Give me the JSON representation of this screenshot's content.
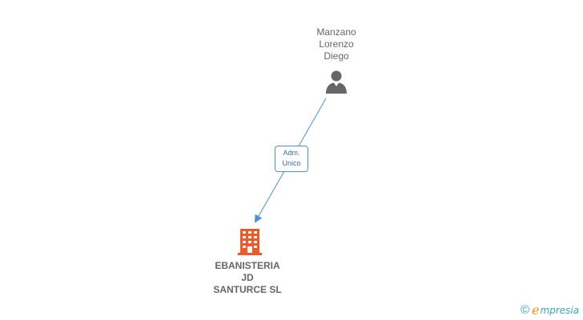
{
  "person": {
    "name_lines": [
      "Manzano",
      "Lorenzo",
      "Diego"
    ],
    "icon": "person-icon"
  },
  "relation": {
    "label_lines": [
      "Adm.",
      "Unico"
    ],
    "edge_color": "#4a90d9"
  },
  "company": {
    "name_lines": [
      "EBANISTERIA",
      "JD",
      "SANTURCE SL"
    ],
    "icon": "building-icon",
    "icon_color": "#f05a28"
  },
  "brand": {
    "copyright_symbol": "©",
    "logo_initial": "e",
    "logo_rest": "mpresia",
    "logo_colors": {
      "primary": "#3aa6b9",
      "accent": "#f39200"
    }
  }
}
